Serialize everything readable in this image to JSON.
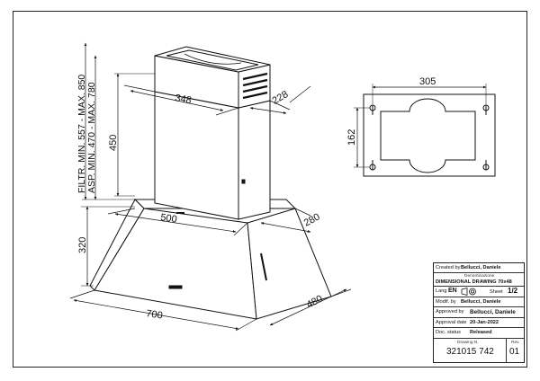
{
  "dimensions": {
    "filter_range": "FILTR. MIN. 557 - MAX. 850",
    "aspiration_range": "ASP. MIN. 470 - MAX. 780",
    "chimney_width": "348",
    "chimney_depth": "228",
    "chimney_height": "450",
    "hood_height": "320",
    "hood_top_width": "500",
    "hood_top_depth": "280",
    "hood_base_width": "700",
    "hood_base_depth": "480",
    "bracket_width": "305",
    "bracket_height": "162"
  },
  "title_block": {
    "created_by_label": "Created by",
    "created_by_value": "Bellucci, Daniele",
    "denomination_label": "Denominazione",
    "denomination_value": "DIMENSIONAL DRAWING 70x48",
    "lang_label": "Lang",
    "lang_value": "EN",
    "sheet_label": "Sheet",
    "sheet_value": "1/2",
    "modified_by_label": "Modif. by",
    "modified_by_value": "Bellucci, Daniele",
    "approved_by_label": "Approved by",
    "approved_by_value": "Bellucci, Daniele",
    "approval_date_label": "Approval date",
    "approval_date_value": "20-Jan-2022",
    "doc_status_label": "Doc. status",
    "doc_status_value": "Released",
    "drawing_no_label": "Drawing N.",
    "drawing_no_value": "321015 742",
    "rev_label": "Rev.",
    "rev_value": "01"
  },
  "icons": [
    "projection-symbol-icon"
  ]
}
